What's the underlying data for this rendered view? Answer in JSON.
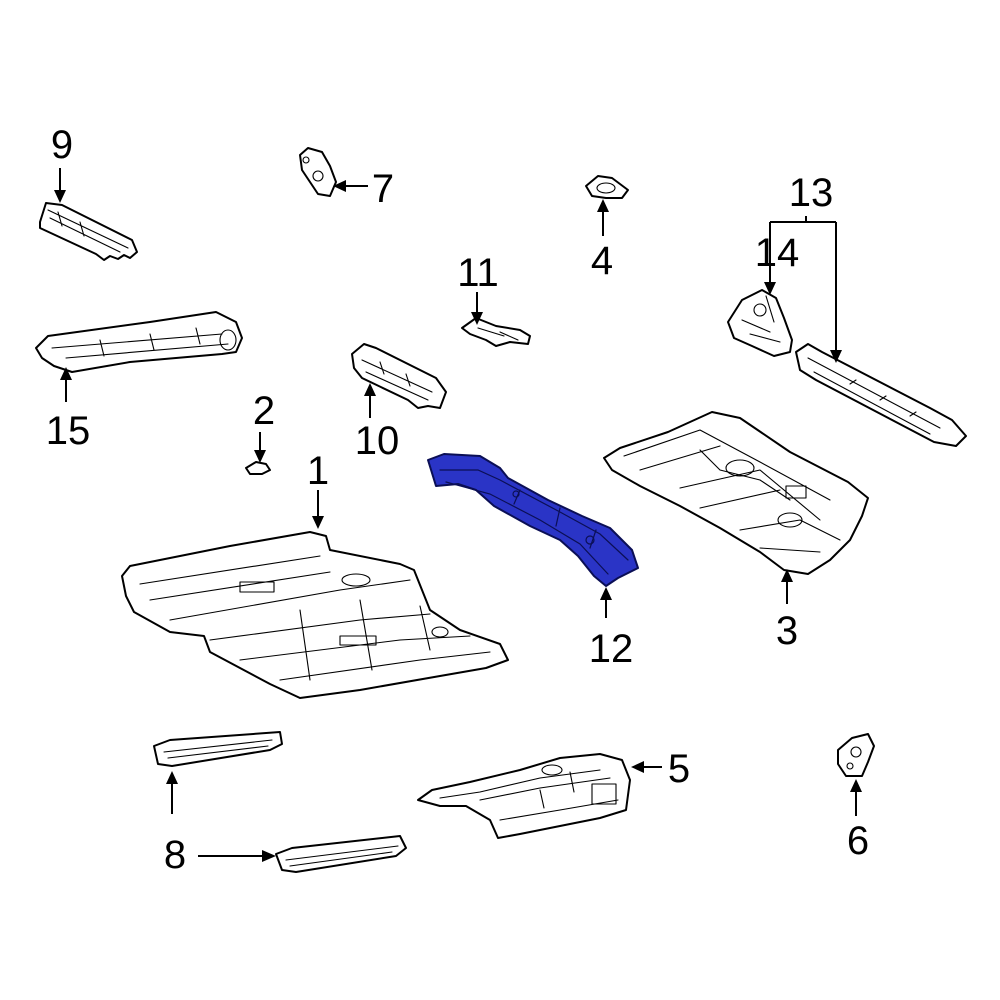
{
  "diagram": {
    "highlight_color": "#2a34c6",
    "callouts": [
      {
        "id": "1",
        "label": "1"
      },
      {
        "id": "2",
        "label": "2"
      },
      {
        "id": "3",
        "label": "3"
      },
      {
        "id": "4",
        "label": "4"
      },
      {
        "id": "5",
        "label": "5"
      },
      {
        "id": "6",
        "label": "6"
      },
      {
        "id": "7",
        "label": "7"
      },
      {
        "id": "8",
        "label": "8"
      },
      {
        "id": "9",
        "label": "9"
      },
      {
        "id": "10",
        "label": "10"
      },
      {
        "id": "11",
        "label": "11"
      },
      {
        "id": "12",
        "label": "12"
      },
      {
        "id": "13",
        "label": "13"
      },
      {
        "id": "14",
        "label": "14"
      },
      {
        "id": "15",
        "label": "15"
      }
    ],
    "highlighted_part": "12"
  }
}
